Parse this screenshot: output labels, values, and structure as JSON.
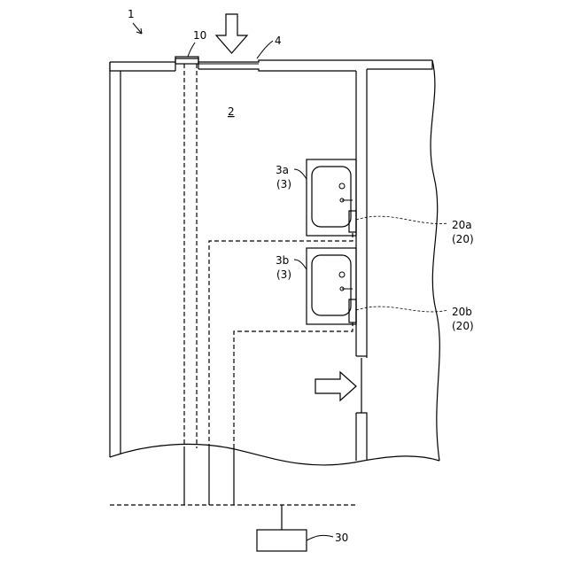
{
  "labels": {
    "building": "1",
    "room": "2",
    "sink_a_id": "3a",
    "sink_a_group": "(3)",
    "sink_b_id": "3b",
    "sink_b_group": "(3)",
    "entrance": "4",
    "sensor_top": "10",
    "detector_a_id": "20a",
    "detector_a_group": "(20)",
    "detector_b_id": "20b",
    "detector_b_group": "(20)",
    "controller": "30"
  }
}
